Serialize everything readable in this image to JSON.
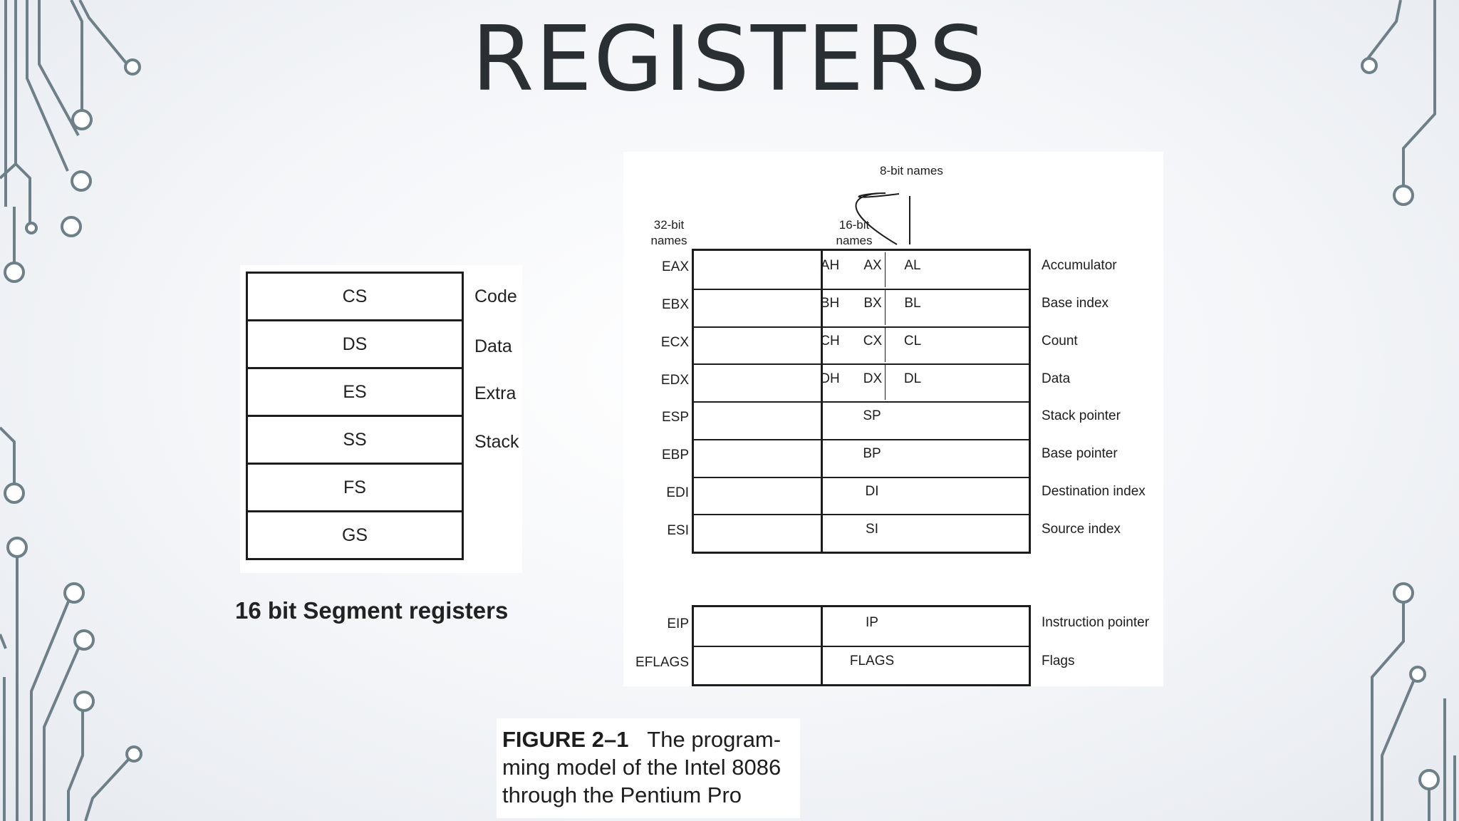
{
  "title": "REGISTERS",
  "segment_registers": {
    "rows": [
      "CS",
      "DS",
      "ES",
      "SS",
      "FS",
      "GS"
    ],
    "labels": [
      "Code",
      "Data",
      "Extra",
      "Stack"
    ],
    "caption": "16 bit Segment registers"
  },
  "programming_model": {
    "header_32bit": "32-bit names",
    "header_16bit": "16-bit names",
    "header_8bit": "8-bit names",
    "general_rows": [
      {
        "name32": "EAX",
        "high": "AH",
        "name16": "AX",
        "low": "AL",
        "desc": "Accumulator"
      },
      {
        "name32": "EBX",
        "high": "BH",
        "name16": "BX",
        "low": "BL",
        "desc": "Base index"
      },
      {
        "name32": "ECX",
        "high": "CH",
        "name16": "CX",
        "low": "CL",
        "desc": "Count"
      },
      {
        "name32": "EDX",
        "high": "DH",
        "name16": "DX",
        "low": "DL",
        "desc": "Data"
      },
      {
        "name32": "ESP",
        "name16": "SP",
        "desc": "Stack pointer"
      },
      {
        "name32": "EBP",
        "name16": "BP",
        "desc": "Base pointer"
      },
      {
        "name32": "EDI",
        "name16": "DI",
        "desc": "Destination index"
      },
      {
        "name32": "ESI",
        "name16": "SI",
        "desc": "Source index"
      }
    ],
    "special_rows": [
      {
        "name32": "EIP",
        "name16": "IP",
        "desc": "Instruction pointer"
      },
      {
        "name32": "EFLAGS",
        "name16": "FLAGS",
        "desc": "Flags"
      }
    ]
  },
  "figure_caption": {
    "label": "FIGURE 2–1",
    "line1": "The program-",
    "line2": "ming model of the Intel 8086",
    "line3": "through the Pentium Pro"
  },
  "colors": {
    "circuit": "#6e8087",
    "title": "#2a2f33",
    "lines": "#1d1d1d"
  }
}
